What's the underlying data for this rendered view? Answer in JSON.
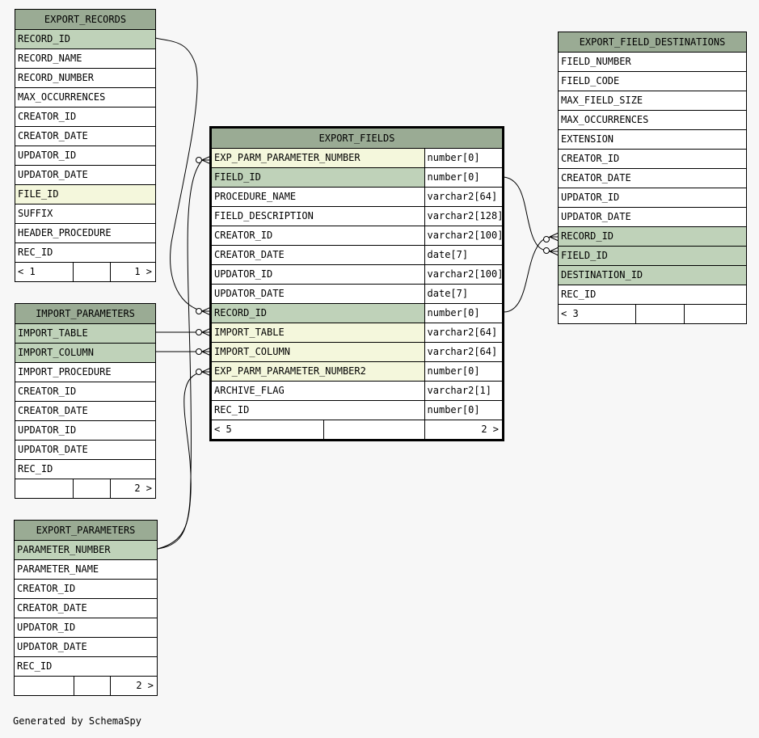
{
  "tables": {
    "export_records": {
      "name": "EXPORT_RECORDS",
      "rows": [
        {
          "name": "RECORD_ID",
          "kind": "pk"
        },
        {
          "name": "RECORD_NAME",
          "kind": ""
        },
        {
          "name": "RECORD_NUMBER",
          "kind": ""
        },
        {
          "name": "MAX_OCCURRENCES",
          "kind": ""
        },
        {
          "name": "CREATOR_ID",
          "kind": ""
        },
        {
          "name": "CREATOR_DATE",
          "kind": ""
        },
        {
          "name": "UPDATOR_ID",
          "kind": ""
        },
        {
          "name": "UPDATOR_DATE",
          "kind": ""
        },
        {
          "name": "FILE_ID",
          "kind": "fk"
        },
        {
          "name": "SUFFIX",
          "kind": ""
        },
        {
          "name": "HEADER_PROCEDURE",
          "kind": ""
        },
        {
          "name": "REC_ID",
          "kind": ""
        }
      ],
      "footer": [
        "< 1",
        "",
        "1 >"
      ]
    },
    "import_parameters": {
      "name": "IMPORT_PARAMETERS",
      "rows": [
        {
          "name": "IMPORT_TABLE",
          "kind": "pk"
        },
        {
          "name": "IMPORT_COLUMN",
          "kind": "pk"
        },
        {
          "name": "IMPORT_PROCEDURE",
          "kind": ""
        },
        {
          "name": "CREATOR_ID",
          "kind": ""
        },
        {
          "name": "CREATOR_DATE",
          "kind": ""
        },
        {
          "name": "UPDATOR_ID",
          "kind": ""
        },
        {
          "name": "UPDATOR_DATE",
          "kind": ""
        },
        {
          "name": "REC_ID",
          "kind": ""
        }
      ],
      "footer": [
        "",
        "",
        "2 >"
      ]
    },
    "export_parameters": {
      "name": "EXPORT_PARAMETERS",
      "rows": [
        {
          "name": "PARAMETER_NUMBER",
          "kind": "pk"
        },
        {
          "name": "PARAMETER_NAME",
          "kind": ""
        },
        {
          "name": "CREATOR_ID",
          "kind": ""
        },
        {
          "name": "CREATOR_DATE",
          "kind": ""
        },
        {
          "name": "UPDATOR_ID",
          "kind": ""
        },
        {
          "name": "UPDATOR_DATE",
          "kind": ""
        },
        {
          "name": "REC_ID",
          "kind": ""
        }
      ],
      "footer": [
        "",
        "",
        "2 >"
      ]
    },
    "export_fields": {
      "name": "EXPORT_FIELDS",
      "rows": [
        {
          "name": "EXP_PARM_PARAMETER_NUMBER",
          "type": "number[0]",
          "kind": "fk"
        },
        {
          "name": "FIELD_ID",
          "type": "number[0]",
          "kind": "pk"
        },
        {
          "name": "PROCEDURE_NAME",
          "type": "varchar2[64]",
          "kind": ""
        },
        {
          "name": "FIELD_DESCRIPTION",
          "type": "varchar2[128]",
          "kind": ""
        },
        {
          "name": "CREATOR_ID",
          "type": "varchar2[100]",
          "kind": ""
        },
        {
          "name": "CREATOR_DATE",
          "type": "date[7]",
          "kind": ""
        },
        {
          "name": "UPDATOR_ID",
          "type": "varchar2[100]",
          "kind": ""
        },
        {
          "name": "UPDATOR_DATE",
          "type": "date[7]",
          "kind": ""
        },
        {
          "name": "RECORD_ID",
          "type": "number[0]",
          "kind": "pk"
        },
        {
          "name": "IMPORT_TABLE",
          "type": "varchar2[64]",
          "kind": "fk"
        },
        {
          "name": "IMPORT_COLUMN",
          "type": "varchar2[64]",
          "kind": "fk"
        },
        {
          "name": "EXP_PARM_PARAMETER_NUMBER2",
          "type": "number[0]",
          "kind": "fk"
        },
        {
          "name": "ARCHIVE_FLAG",
          "type": "varchar2[1]",
          "kind": ""
        },
        {
          "name": "REC_ID",
          "type": "number[0]",
          "kind": ""
        }
      ],
      "footer": [
        "< 5",
        "",
        "2 >"
      ]
    },
    "export_field_destinations": {
      "name": "EXPORT_FIELD_DESTINATIONS",
      "rows": [
        {
          "name": "FIELD_NUMBER",
          "kind": ""
        },
        {
          "name": "FIELD_CODE",
          "kind": ""
        },
        {
          "name": "MAX_FIELD_SIZE",
          "kind": ""
        },
        {
          "name": "MAX_OCCURRENCES",
          "kind": ""
        },
        {
          "name": "EXTENSION",
          "kind": ""
        },
        {
          "name": "CREATOR_ID",
          "kind": ""
        },
        {
          "name": "CREATOR_DATE",
          "kind": ""
        },
        {
          "name": "UPDATOR_ID",
          "kind": ""
        },
        {
          "name": "UPDATOR_DATE",
          "kind": ""
        },
        {
          "name": "RECORD_ID",
          "kind": "pk"
        },
        {
          "name": "FIELD_ID",
          "kind": "pk"
        },
        {
          "name": "DESTINATION_ID",
          "kind": "pk"
        },
        {
          "name": "REC_ID",
          "kind": ""
        }
      ],
      "footer": [
        "< 3",
        "",
        ""
      ]
    }
  },
  "colors": {
    "header": "#9aab94",
    "primary_key": "#bfd2b9",
    "foreign_key": "#f4f7dc",
    "background": "#f7f7f7"
  },
  "footer_note": "Generated by SchemaSpy"
}
